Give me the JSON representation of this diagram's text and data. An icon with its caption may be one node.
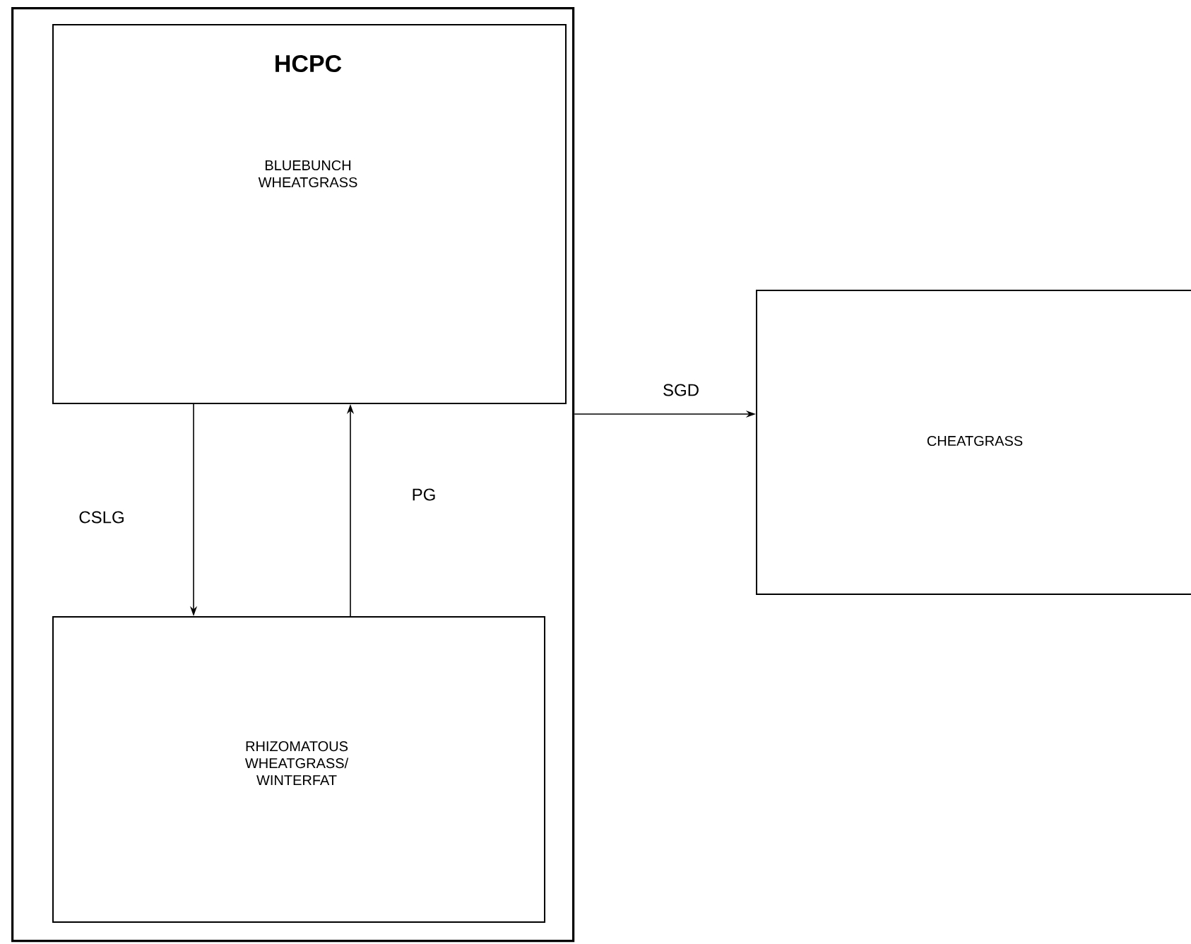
{
  "diagram": {
    "nodes": [
      {
        "text": [],
        "shape": "box"
      },
      {
        "text": [
          "HCPC",
          "BLUEBUNCH WHEATGRASS"
        ],
        "in": 0
      },
      {
        "text": [
          "RHIZOMATOUS WHEATGRASS/ WINTERFAT"
        ],
        "in": 0
      },
      {
        "text": [
          "CHEATGRASS"
        ]
      }
    ],
    "edges": [
      {
        "from": 1,
        "to": 2,
        "arrow": "to",
        "label": "CSLG"
      },
      {
        "from": 2,
        "to": 1,
        "arrow": "to",
        "label": "PG"
      },
      {
        "from": 0,
        "to": 3,
        "arrow": "to",
        "label": "SGD"
      }
    ]
  }
}
